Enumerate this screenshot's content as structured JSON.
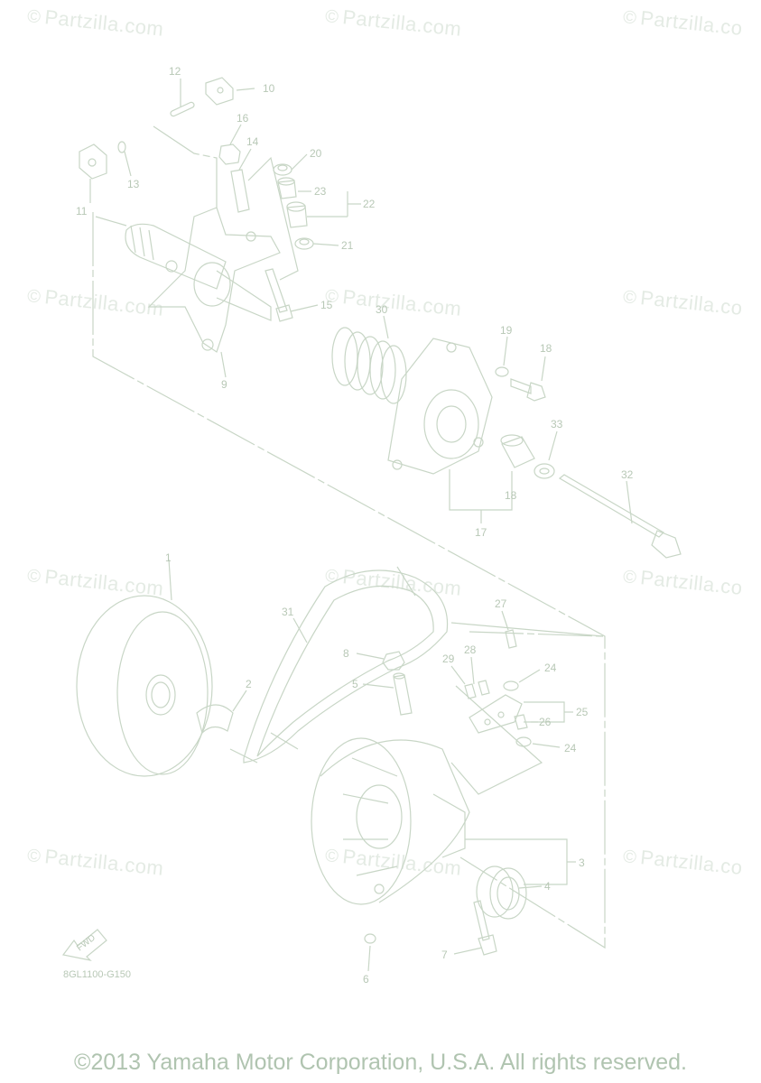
{
  "watermark": "Partzilla.com",
  "watermark_partial": "Partzilla.co",
  "diagram_code": "8GL1100-G150",
  "fwd_label": "FWD",
  "copyright": "©2013 Yamaha Motor Corporation, U.S.A. All rights reserved.",
  "callouts": [
    "1",
    "2",
    "3",
    "4",
    "5",
    "6",
    "7",
    "8",
    "9",
    "10",
    "11",
    "12",
    "13",
    "14",
    "15",
    "16",
    "17",
    "18",
    "19",
    "20",
    "21",
    "21",
    "22",
    "23",
    "24",
    "24",
    "25",
    "26",
    "27",
    "28",
    "29",
    "30",
    "31",
    "32",
    "33"
  ],
  "colors": {
    "line": "#c8d6c6",
    "label": "#b8c8b6",
    "watermark": "#e4ebe4",
    "copyright": "#b0c4b0"
  }
}
